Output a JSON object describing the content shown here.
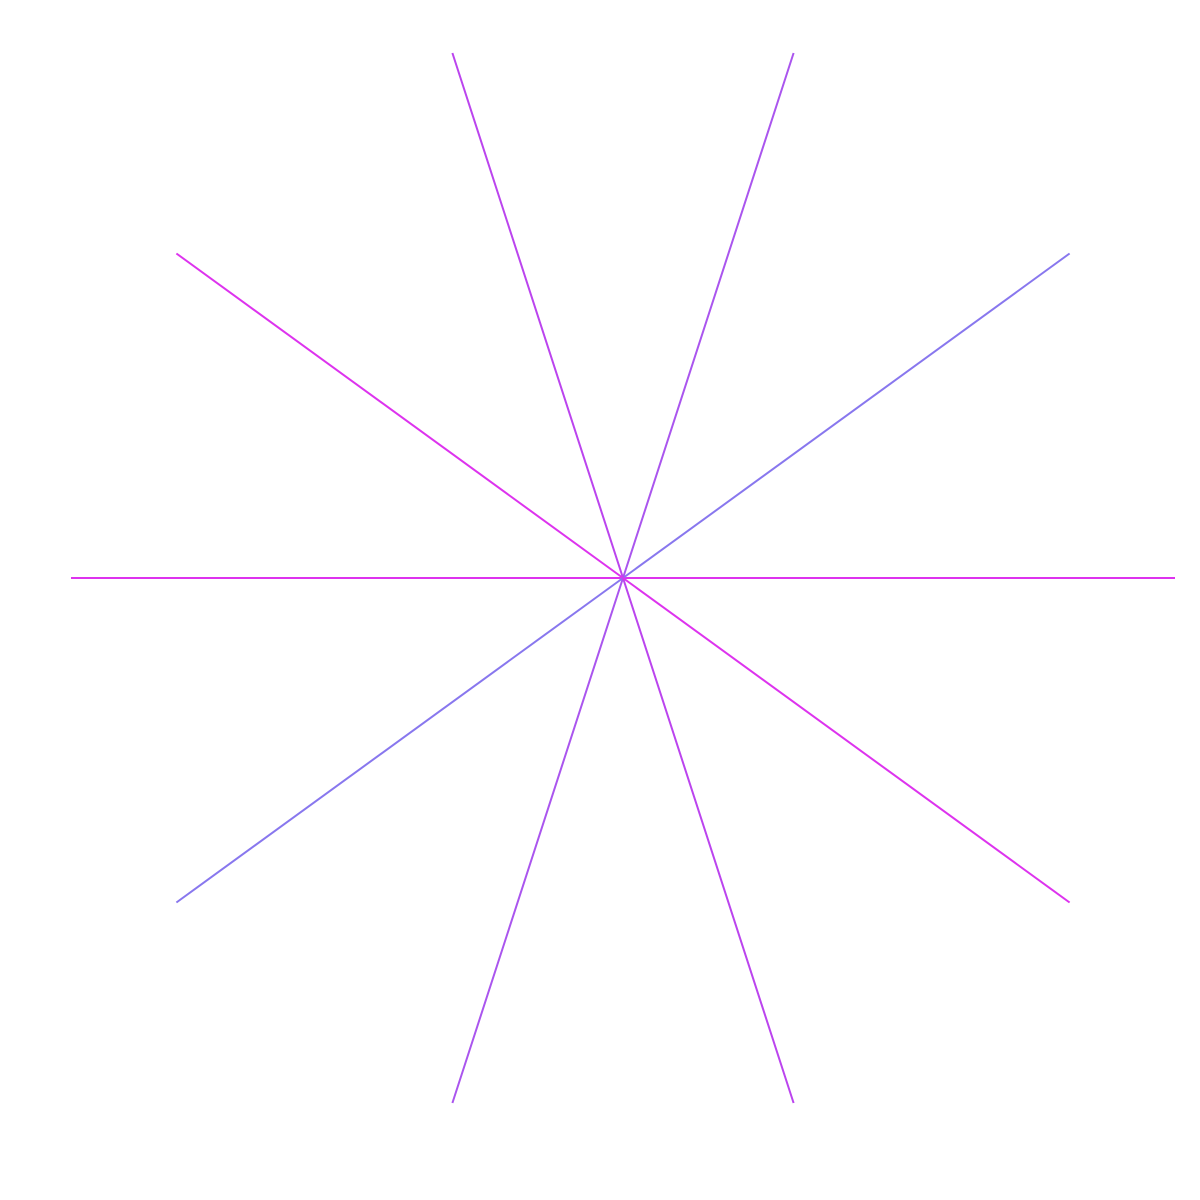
{
  "figure": {
    "background": "#ffffff",
    "ray_count": 10,
    "angles_deg": [
      0,
      36,
      72,
      108,
      144,
      180,
      216,
      252,
      288,
      324
    ],
    "rays": [
      {
        "angle_deg": 0,
        "color": "#dd33ee"
      },
      {
        "angle_deg": 36,
        "color": "#8877ee"
      },
      {
        "angle_deg": 72,
        "color": "#aa55ee"
      },
      {
        "angle_deg": 108,
        "color": "#bb44ee"
      },
      {
        "angle_deg": 144,
        "color": "#dd33ee"
      },
      {
        "angle_deg": 180,
        "color": "#dd33ee"
      },
      {
        "angle_deg": 216,
        "color": "#8877ee"
      },
      {
        "angle_deg": 252,
        "color": "#aa55ee"
      },
      {
        "angle_deg": 288,
        "color": "#bb44ee"
      },
      {
        "angle_deg": 324,
        "color": "#dd33ee"
      }
    ]
  }
}
